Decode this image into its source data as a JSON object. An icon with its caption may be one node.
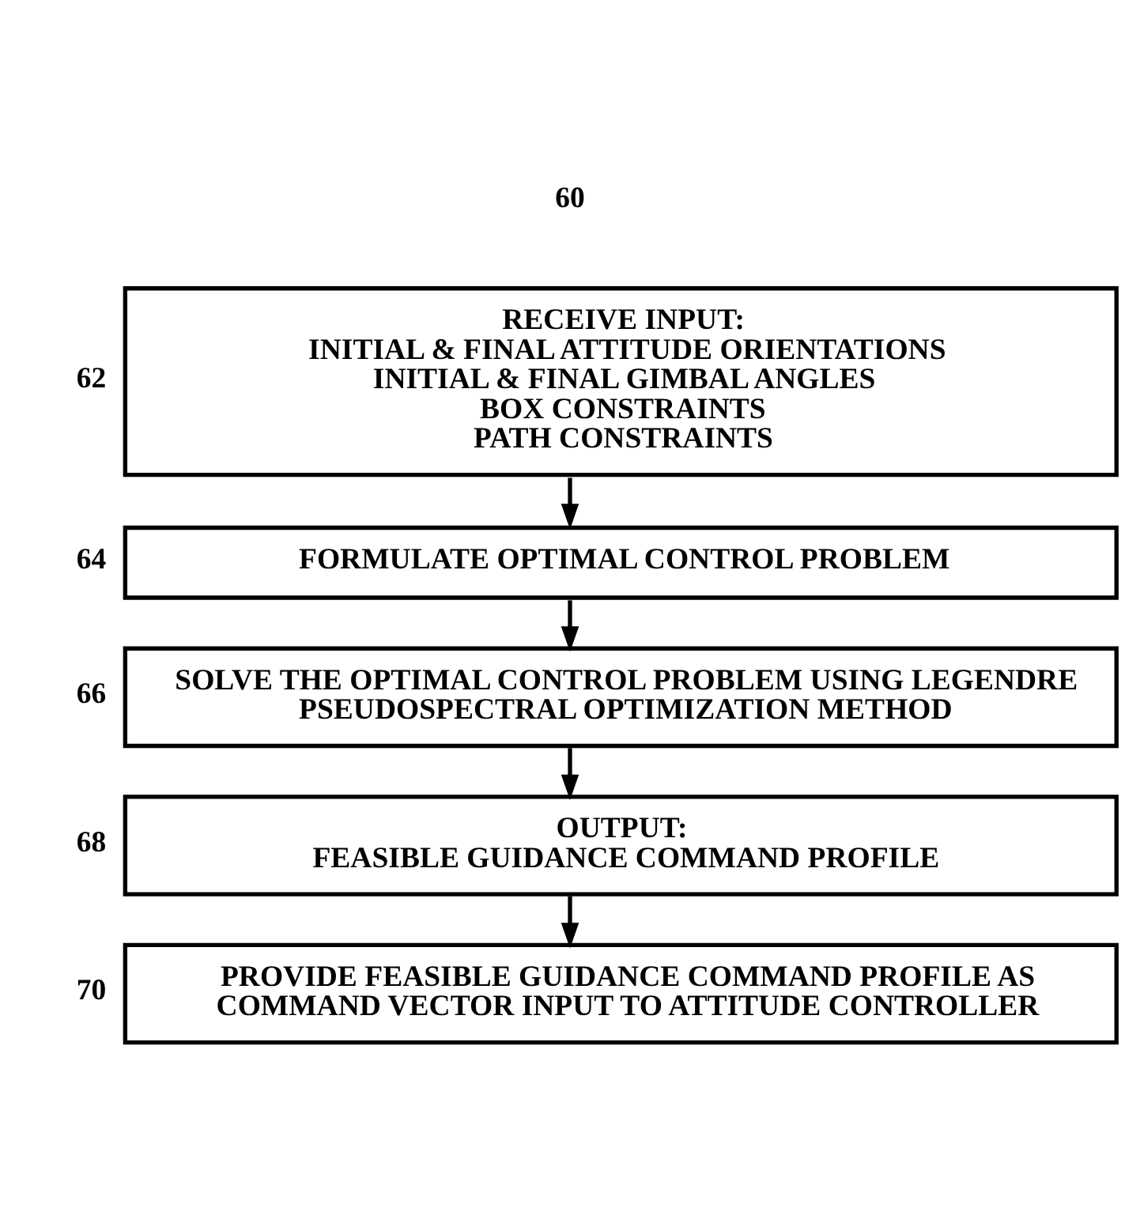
{
  "diagram": {
    "nodes": [
      {
        "text": [
          "RECEIVE INPUT:",
          "INITIAL & FINAL ATTITUDE ORIENTATIONS",
          "INITIAL & FINAL GIMBAL ANGLES",
          "BOX CONSTRAINTS",
          "PATH CONSTRAINTS"
        ],
        "beside": [
          "62"
        ]
      },
      {
        "text": [
          "FORMULATE OPTIMAL CONTROL PROBLEM"
        ],
        "beside": [
          "64"
        ]
      },
      {
        "text": [
          "SOLVE THE OPTIMAL CONTROL PROBLEM USING LEGENDRE PSEUDOSPECTRAL OPTIMIZATION METHOD"
        ],
        "beside": [
          "66"
        ]
      },
      {
        "text": [
          "OUTPUT:",
          "FEASIBLE GUIDANCE COMMAND PROFILE"
        ],
        "beside": [
          "68"
        ]
      },
      {
        "text": [
          "PROVIDE FEASIBLE GUIDANCE COMMAND PROFILE AS COMMAND VECTOR INPUT TO ATTITUDE CONTROLLER"
        ],
        "beside": [
          "70"
        ]
      }
    ],
    "edges": [
      {
        "from": 0,
        "to": 1,
        "arrow": "to"
      },
      {
        "from": 1,
        "to": 2,
        "arrow": "to"
      },
      {
        "from": 2,
        "to": 3,
        "arrow": "to"
      },
      {
        "from": 3,
        "to": 4,
        "arrow": "to"
      }
    ],
    "labels": [
      "60"
    ]
  }
}
